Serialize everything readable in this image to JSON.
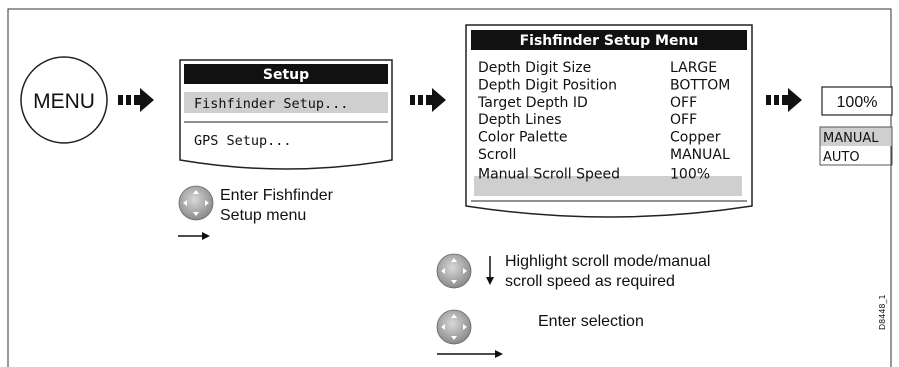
{
  "menu_button": {
    "label": "MENU"
  },
  "setup_screen": {
    "title": "Setup",
    "items": [
      "Fishfinder Setup...",
      "GPS Setup..."
    ]
  },
  "step1": {
    "line1": "Enter Fishfinder",
    "line2": "Setup menu"
  },
  "fishfinder_menu": {
    "title": "Fishfinder Setup Menu",
    "rows": [
      {
        "label": "Depth Digit Size",
        "value": "LARGE"
      },
      {
        "label": "Depth Digit Position",
        "value": "BOTTOM"
      },
      {
        "label": "Target Depth ID",
        "value": "OFF"
      },
      {
        "label": "Depth Lines",
        "value": "OFF"
      },
      {
        "label": "Color Palette",
        "value": "Copper"
      },
      {
        "label": "Scroll",
        "value": "MANUAL"
      },
      {
        "label": "Manual Scroll Speed",
        "value": "100%"
      }
    ]
  },
  "step2": {
    "line1": "Highlight scroll mode/manual",
    "line2": "scroll speed as required"
  },
  "step3": {
    "label": "Enter selection"
  },
  "value_box": {
    "value": "100%"
  },
  "options": [
    "MANUAL",
    "AUTO"
  ],
  "figure_id": "D8448_1"
}
